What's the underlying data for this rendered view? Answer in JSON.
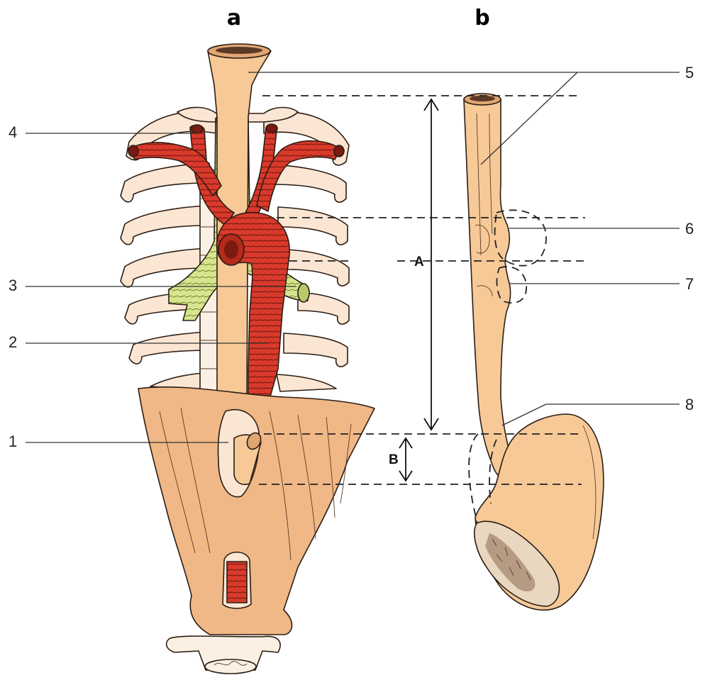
{
  "figure": {
    "panels": [
      "a",
      "b"
    ],
    "labels": {
      "l1": "1",
      "l2": "2",
      "l3": "3",
      "l4": "4",
      "l5": "5",
      "l6": "6",
      "l7": "7",
      "l8": "8"
    },
    "dimensions": {
      "A": "A",
      "B": "B"
    }
  },
  "colors": {
    "esophagus": "#f6c997",
    "diaphragm": "#f0b886",
    "aorta": "#d93a2b",
    "trachea": "#d6e58e",
    "rib": "#fbe6d3",
    "outline": "#2b1d14"
  }
}
